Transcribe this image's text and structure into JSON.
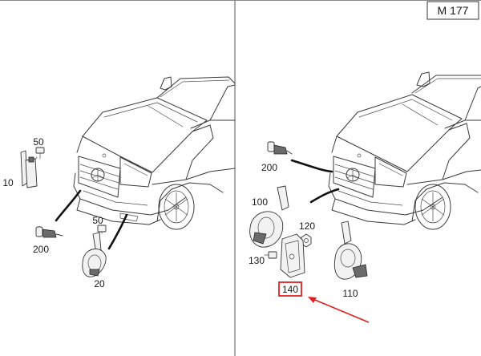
{
  "sheet": {
    "code": "M 177"
  },
  "left_panel": {
    "labels": {
      "p50a": "50",
      "p10": "10",
      "p200": "200",
      "p50b": "50",
      "p20": "20"
    }
  },
  "right_panel": {
    "labels": {
      "p200": "200",
      "p100": "100",
      "p120": "120",
      "p130": "130",
      "p140": "140",
      "p110": "110"
    },
    "highlight": {
      "part": "140",
      "color": "#e02020"
    }
  }
}
